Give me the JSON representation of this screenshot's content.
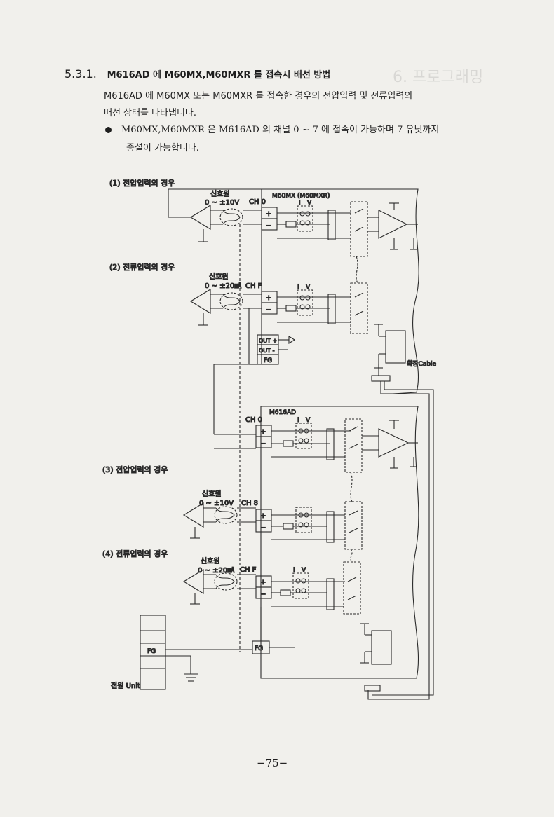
{
  "section": {
    "number": "5.3.1.",
    "title": "M616AD 에 M60MX,M60MXR 를 접속시 배선 방법"
  },
  "intro": {
    "line1": "M616AD 에 M60MX 또는 M60MXR 를 접속한 경우의 전압입력 및 전류입력의",
    "line2": "배선 상태를 나타냅니다."
  },
  "bullet": {
    "line1": "M60MX,M60MXR 은 M616AD 의 채널 0 ~ 7 에 접속이 가능하며 7 유닛까지",
    "line2": "증설이 가능합니다."
  },
  "diagram": {
    "cases": [
      {
        "label": "(1) 전압입력의 경우",
        "source": "신호원",
        "range": "0 ~ ±10V",
        "channel": "CH 0"
      },
      {
        "label": "(2) 전류입력의 경우",
        "source": "신호원",
        "range": "0 ~ ±20㎃",
        "channel": "CH F"
      },
      {
        "label": "(3) 전압입력의 경우",
        "source": "신호원",
        "range": "0 ~ ±10V",
        "channel": "CH 8"
      },
      {
        "label": "(4) 전류입력의 경우",
        "source": "신호원",
        "range": "0 ~ ±20㎃",
        "channel": "CH F"
      }
    ],
    "m60mx_label": "M60MX (M60MXR)",
    "m616ad_label": "M616AD",
    "m616ad_channel": "CH 0",
    "out_plus": "OUT +",
    "out_minus": "OUT -",
    "fg": "FG",
    "extension_cable": "확장Cable",
    "power_unit": "전원 Unit",
    "i_label": "I",
    "v_label": "V",
    "plus": "+",
    "minus": "−"
  },
  "page_number": "−75−"
}
